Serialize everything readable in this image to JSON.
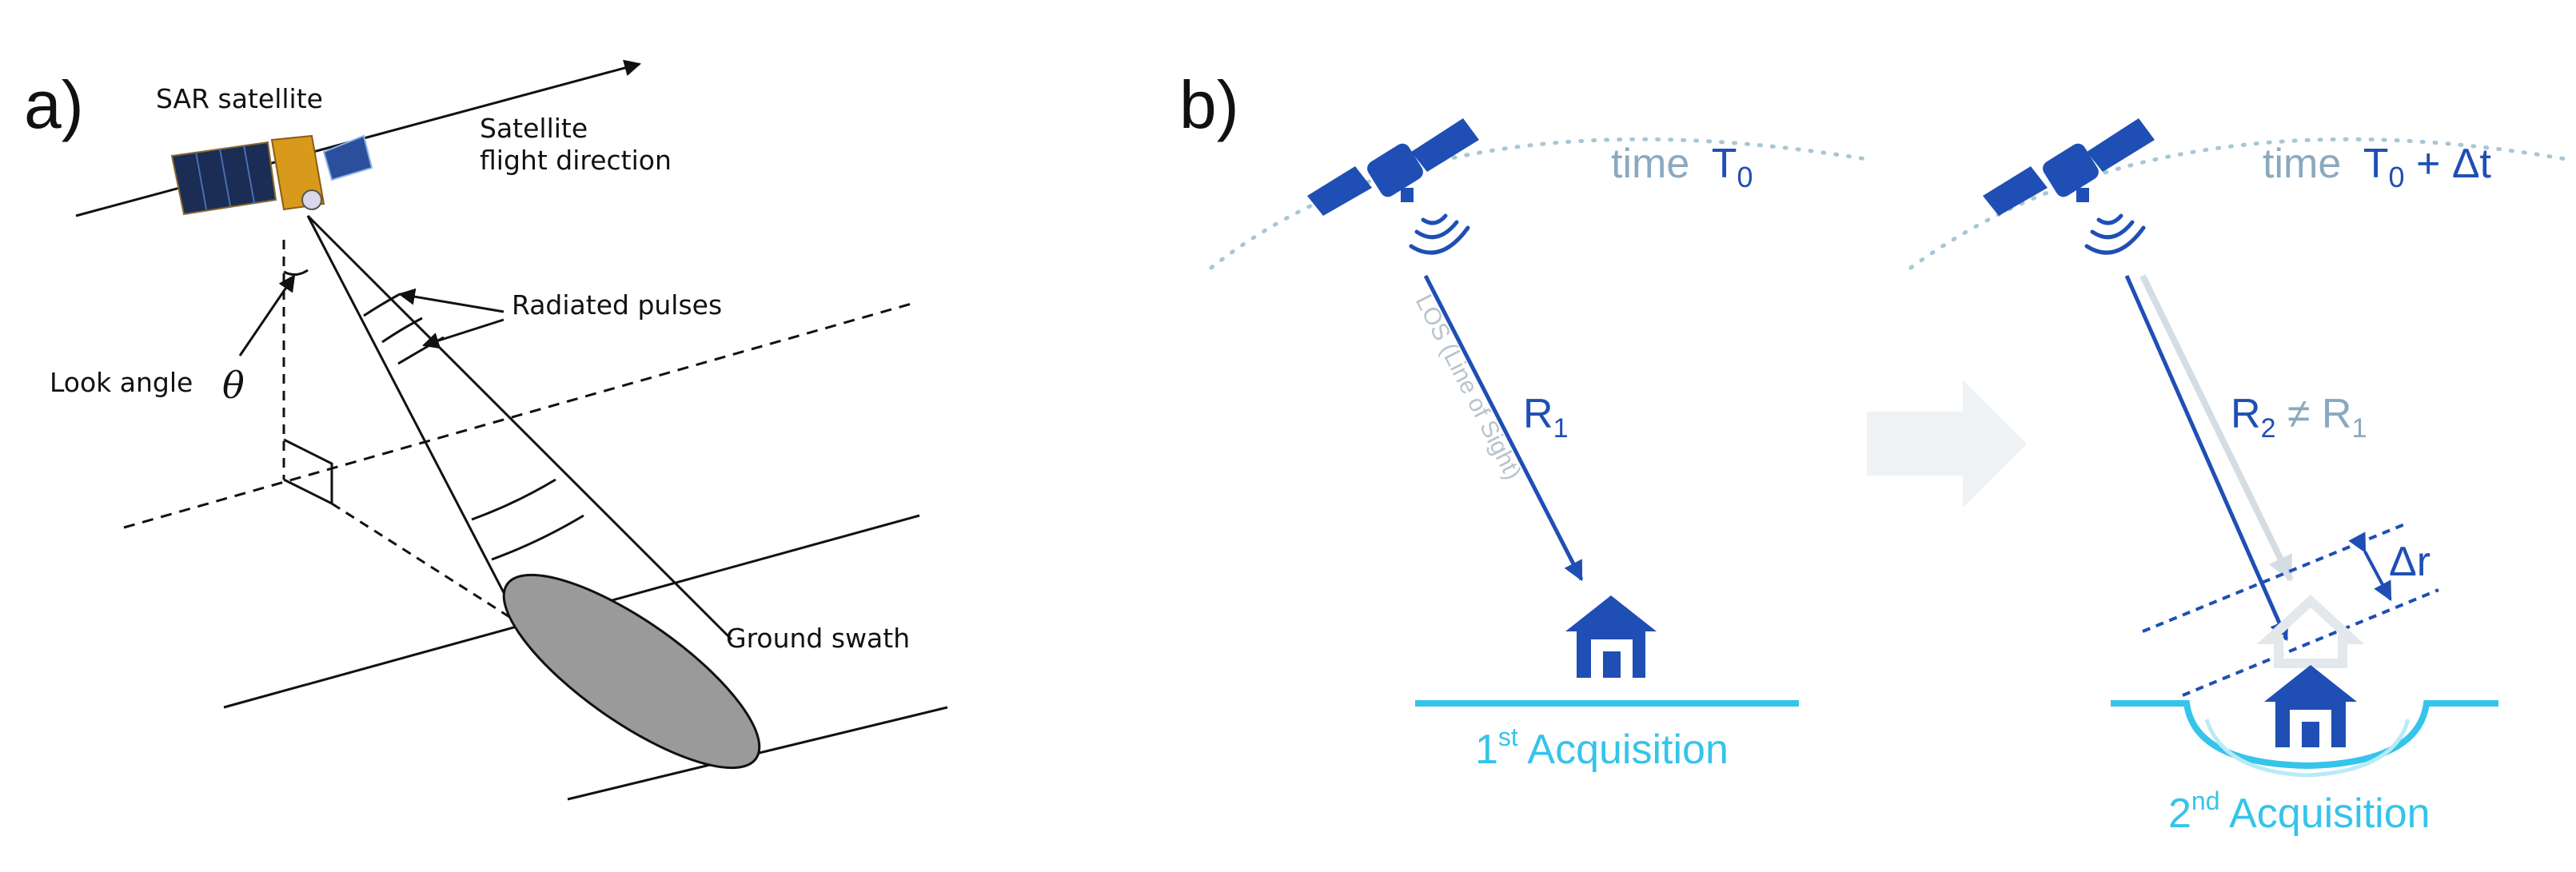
{
  "panel_a": {
    "label": "a)",
    "satellite_label": "SAR satellite",
    "flight_label_line1": "Satellite",
    "flight_label_line2": "flight direction",
    "pulses_label": "Radiated pulses",
    "look_angle_label": "Look angle",
    "look_angle_symbol": "θ",
    "swath_label": "Ground swath"
  },
  "panel_b": {
    "label": "b)",
    "time1_word": "time",
    "time1_T": "T",
    "time1_sub": "0",
    "time2_word": "time",
    "time2_T": "T",
    "time2_sub": "0",
    "time2_suffix": " + Δt",
    "los_label": "LOS (Line of Sight)",
    "range1_main": "R",
    "range1_sub": "1",
    "range2_main": "R",
    "range2_sub": "2",
    "range2_ne": " ≠ R",
    "range2_sub_b": "1",
    "delta_r": "Δr",
    "acq1_num": "1",
    "acq1_sup": "st",
    "acq1_word": " Acquisition",
    "acq2_num": "2",
    "acq2_sup": "nd",
    "acq2_word": " Acquisition"
  },
  "colors": {
    "dark_blue": "#1f4fb4",
    "cyan": "#35c4ea",
    "grey_blue": "#8aa9bf",
    "light_grey": "#dfe6ea",
    "swath_grey": "#9a9a9a"
  }
}
